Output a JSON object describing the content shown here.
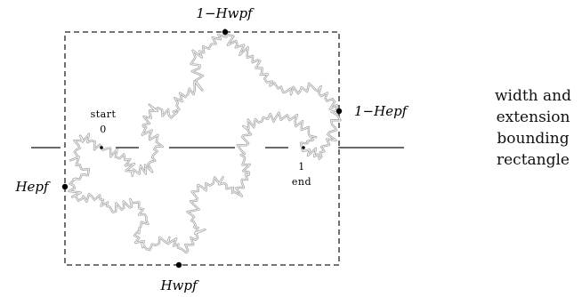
{
  "labels": {
    "top": "1−Hwpf",
    "right": "1−Hepf",
    "left": "Hepf",
    "bottom": "Hwpf",
    "start_word": "start",
    "start_num": "0",
    "end_num": "1",
    "end_word": "end"
  },
  "caption": {
    "line1": "width and",
    "line2": "extension",
    "line3": "bounding",
    "line4": "rectangle"
  },
  "colors": {
    "curve": "#a9a9a9",
    "rectangle": "#222222",
    "axis": "#111111",
    "points": "#000000"
  }
}
